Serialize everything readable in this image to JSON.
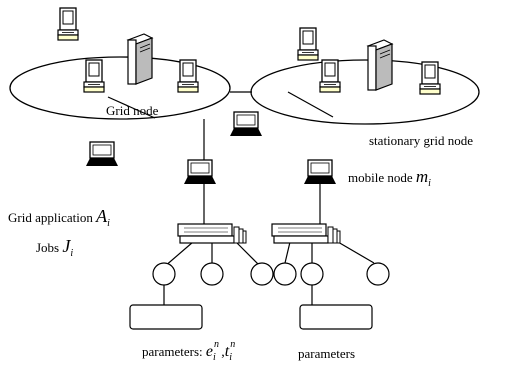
{
  "labels": {
    "grid_node": "Grid node",
    "stationary_grid_node": "stationary grid node",
    "mobile_node_prefix": "mobile node ",
    "mobile_node_symbol": "m",
    "mobile_node_sub": "i",
    "grid_application_prefix": "Grid application ",
    "grid_application_symbol": "A",
    "grid_application_sub": "i",
    "jobs_prefix": "Jobs ",
    "jobs_symbol": "J",
    "jobs_sub": "i",
    "parameters_left_prefix": "parameters: ",
    "param_e": "e",
    "param_e_sup": "n",
    "param_e_sub": "i",
    "param_sep": " ,",
    "param_t": "t",
    "param_t_sup": "n",
    "param_t_sub": "i",
    "parameters_right": "parameters"
  },
  "icons": {
    "desktop": "desktop-computer-icon",
    "server": "server-tower-icon",
    "laptop": "laptop-icon",
    "switch": "network-switch-icon",
    "job": "job-circle-icon"
  }
}
